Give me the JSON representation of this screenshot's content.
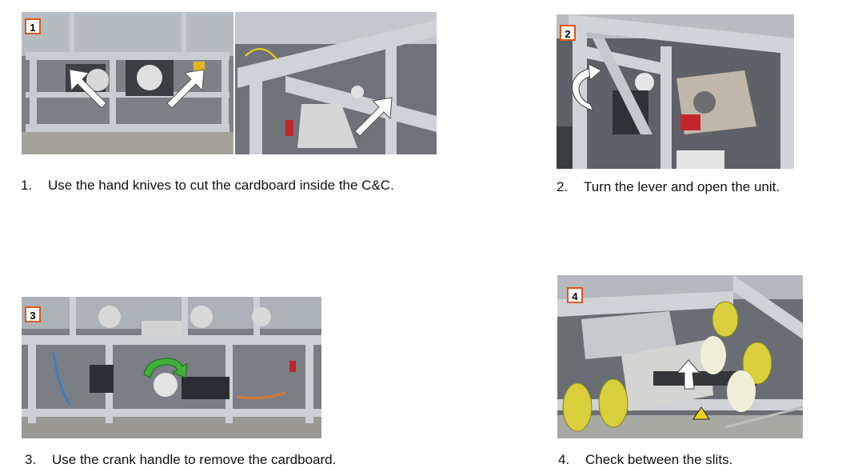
{
  "steps": [
    {
      "number": "1",
      "list_marker": "1.",
      "text": "Use the hand knives to cut the cardboard inside the C&C."
    },
    {
      "number": "2",
      "list_marker": "2.",
      "text": "Turn the lever and open the unit."
    },
    {
      "number": "3",
      "list_marker": "3.",
      "text": "Use the crank handle to remove the cardboard."
    },
    {
      "number": "4",
      "list_marker": "4.",
      "text": "Check between the slits."
    }
  ],
  "colors": {
    "badge_border": "#e0561c",
    "frame_aluminum": "#c9ccd0",
    "crank_arrow": "#3fae3a",
    "roller_yellow": "#d8cf3a",
    "indicator_arrow": "#ffffff"
  },
  "icons": [
    "arrow-up-left-icon",
    "arrow-up-right-icon",
    "curved-arrow-icon",
    "rotate-arrow-icon",
    "arrow-up-icon"
  ]
}
